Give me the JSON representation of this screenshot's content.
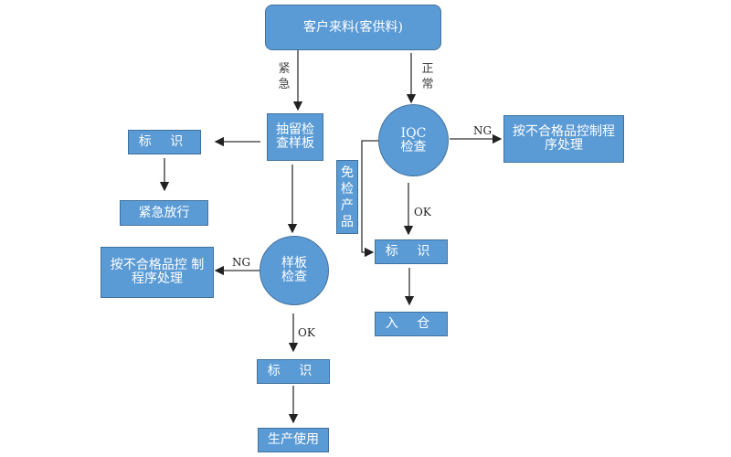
{
  "diagram": {
    "nodes": {
      "start": "客户来料(客供料)",
      "sample_keep": "抽留检查样板",
      "mark_left": "标 识",
      "urgent_release": "紧急放行",
      "sample_check": "样板检查",
      "ng_left": "按不合格品控 制程序处理",
      "mark_bottom": "标 识",
      "production_use": "生产使用",
      "iqc_check": "IQC检查",
      "ng_right": "按不合格品控制程序处理",
      "exempt": "免检产品",
      "mark_right": "标 识",
      "warehouse": "入 仓"
    },
    "edge_labels": {
      "urgent": "紧急",
      "normal": "正常",
      "ng_right": "NG",
      "ok_right": "OK",
      "ng_left": "NG",
      "ok_bottom": "OK"
    },
    "colors": {
      "node_fill": "#5b9bd5",
      "node_border": "#41719c",
      "text": "#ffffff",
      "arrow": "#222222"
    }
  }
}
